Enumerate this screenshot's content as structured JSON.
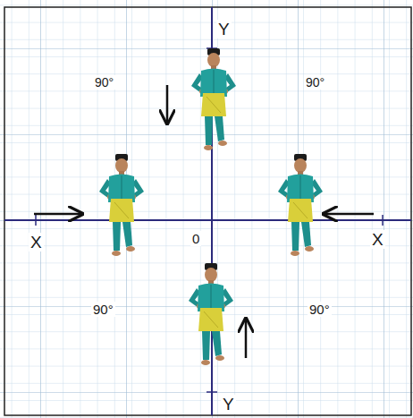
{
  "diagram": {
    "labels": [
      "Y",
      "90°",
      "90°",
      "X",
      "0",
      "X",
      "90°",
      "90°",
      "Y"
    ]
  }
}
